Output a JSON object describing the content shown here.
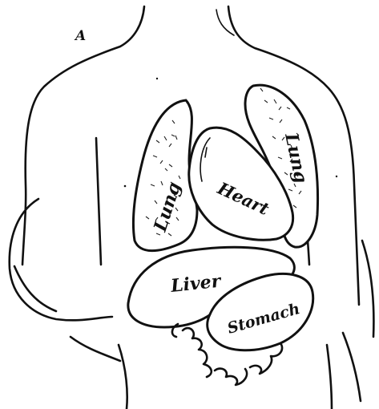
{
  "figure": {
    "corner_letter": "A",
    "labels": {
      "left_lung": "Lung",
      "right_lung": "Lung",
      "heart": "Heart",
      "liver": "Liver",
      "stomach": "Stomach"
    }
  }
}
